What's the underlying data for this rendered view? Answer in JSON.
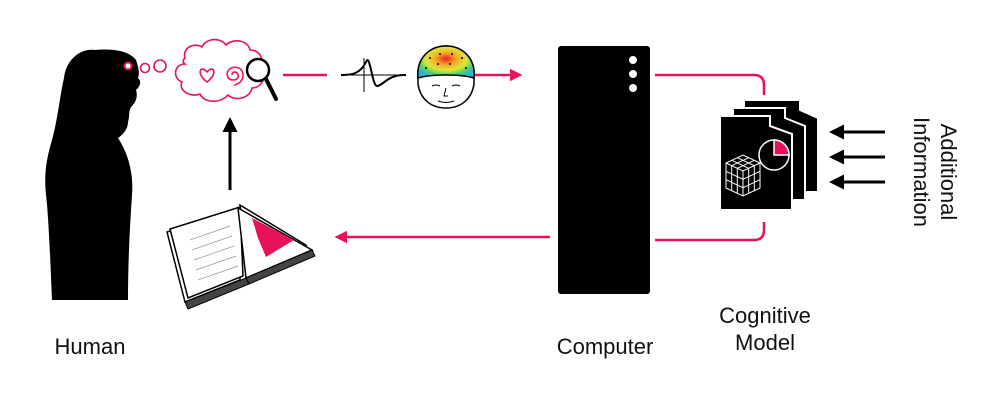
{
  "labels": {
    "human": "Human",
    "computer": "Computer",
    "cognitive_model_line1": "Cognitive",
    "cognitive_model_line2": "Model",
    "additional_line1": "Additional",
    "additional_line2": "Information"
  },
  "colors": {
    "accent": "#e8115b",
    "ink": "#000000",
    "background": "#ffffff"
  },
  "icons": [
    "human-silhouette-icon",
    "thought-cloud-icon",
    "heart-icon",
    "spiral-icon",
    "magnifier-icon",
    "signal-waveform-icon",
    "eeg-head-icon",
    "computer-tower-icon",
    "document-stack-icon",
    "cube-grid-icon",
    "pie-chart-icon",
    "open-book-icon"
  ]
}
